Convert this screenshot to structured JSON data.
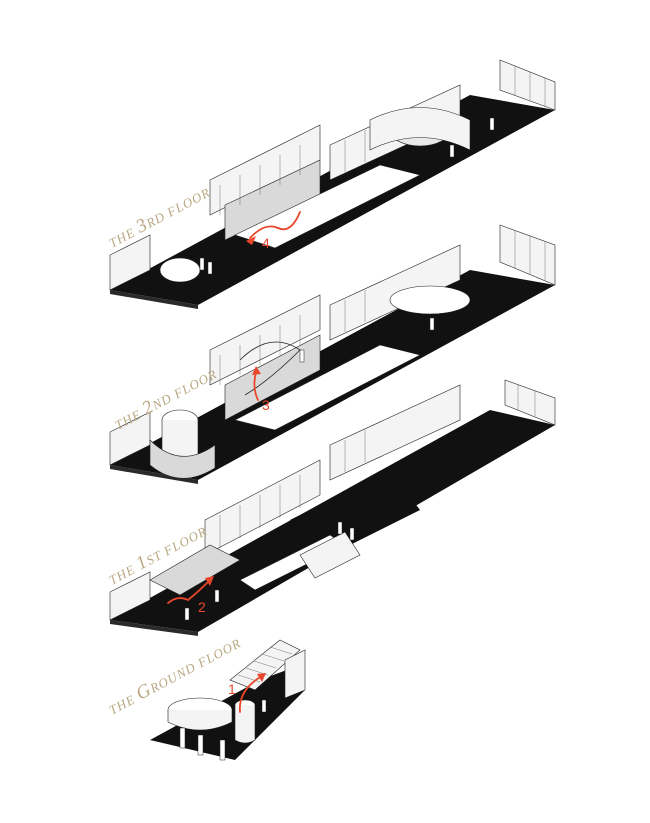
{
  "floors": [
    {
      "id": "third",
      "label_prefix": "THE ",
      "label_cap": "3",
      "label_rest": "RD FLOOR",
      "route_step": "4"
    },
    {
      "id": "second",
      "label_prefix": "THE ",
      "label_cap": "2",
      "label_rest": "ND FLOOR",
      "route_step": "3"
    },
    {
      "id": "first",
      "label_prefix": "THE ",
      "label_cap": "1",
      "label_rest": "ST FLOOR",
      "route_step": "2"
    },
    {
      "id": "ground",
      "label_prefix": "THE ",
      "label_cap": "G",
      "label_rest": "ROUND FLOOR",
      "route_step": "1"
    }
  ],
  "colors": {
    "label": "#b9a883",
    "route": "#e8472b",
    "slab": "#111111",
    "wall": "#f4f4f4"
  }
}
